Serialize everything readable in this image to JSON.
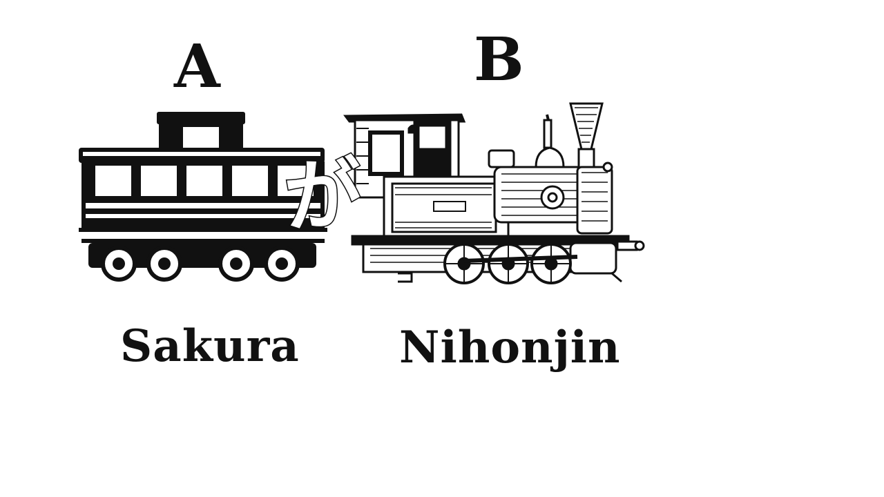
{
  "labels": {
    "a": "A",
    "b": "B",
    "particle": "が",
    "name_a": "Sakura",
    "name_b": "Nihonjin"
  },
  "icons": {
    "car": "passenger-car-icon",
    "locomotive": "steam-locomotive-icon"
  }
}
